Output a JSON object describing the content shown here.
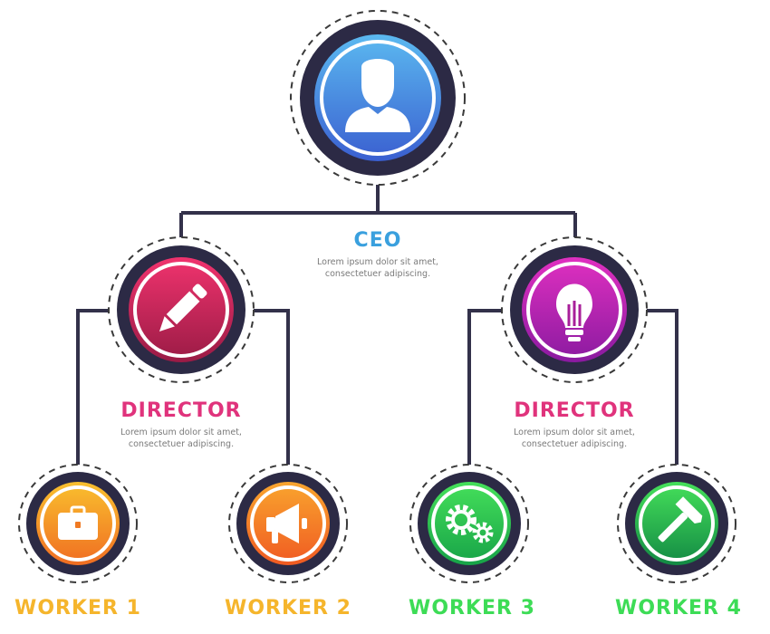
{
  "colors": {
    "line": "#33314a",
    "ring": "#2c2a45",
    "dash": "#3a3a3a",
    "ceo": "#3aa0de",
    "director": "#e0337c",
    "worker_left": "#f5b52c",
    "worker_right": "#3ddc56"
  },
  "ceo": {
    "title": "CEO",
    "desc_line1": "Lorem ipsum dolor sit amet,",
    "desc_line2": "consectetuer adipiscing.",
    "icon": "user-icon"
  },
  "directors": [
    {
      "title": "DIRECTOR",
      "desc_line1": "Lorem ipsum dolor sit amet,",
      "desc_line2": "consectetuer adipiscing.",
      "icon": "pencil-icon"
    },
    {
      "title": "DIRECTOR",
      "desc_line1": "Lorem ipsum dolor sit amet,",
      "desc_line2": "consectetuer adipiscing.",
      "icon": "lightbulb-icon"
    }
  ],
  "workers": [
    {
      "title": "WORKER 1",
      "icon": "briefcase-icon"
    },
    {
      "title": "WORKER 2",
      "icon": "megaphone-icon"
    },
    {
      "title": "WORKER 3",
      "icon": "gears-icon"
    },
    {
      "title": "WORKER 4",
      "icon": "hammer-icon"
    }
  ]
}
